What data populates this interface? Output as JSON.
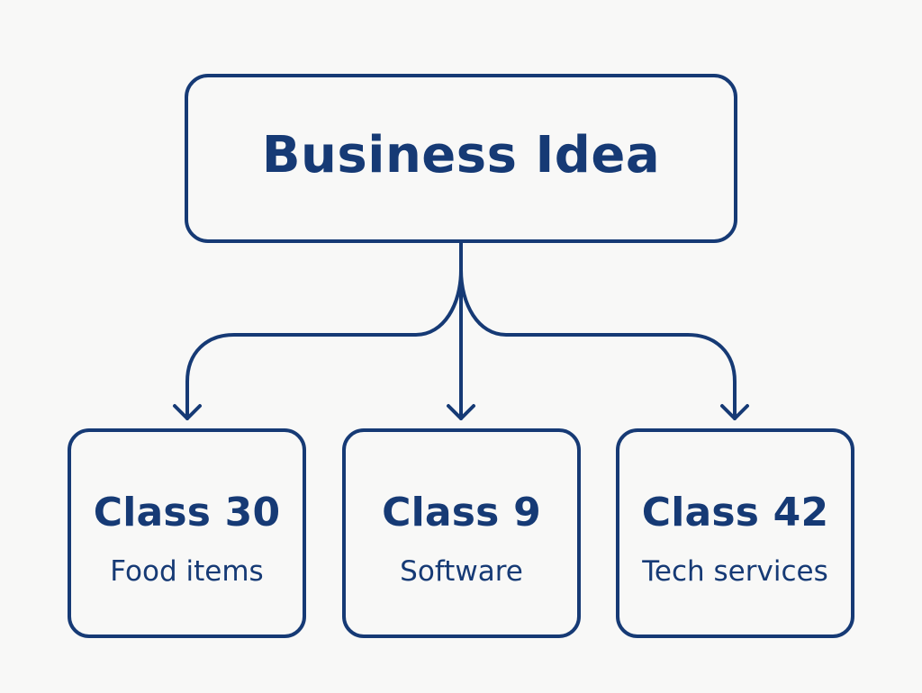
{
  "diagram": {
    "root": {
      "label": "Business Idea"
    },
    "children": [
      {
        "title": "Class 30",
        "subtitle": "Food items"
      },
      {
        "title": "Class 9",
        "subtitle": "Software"
      },
      {
        "title": "Class 42",
        "subtitle": "Tech services"
      }
    ]
  },
  "colors": {
    "background": "#f8f8f7",
    "primary": "#163a75"
  }
}
